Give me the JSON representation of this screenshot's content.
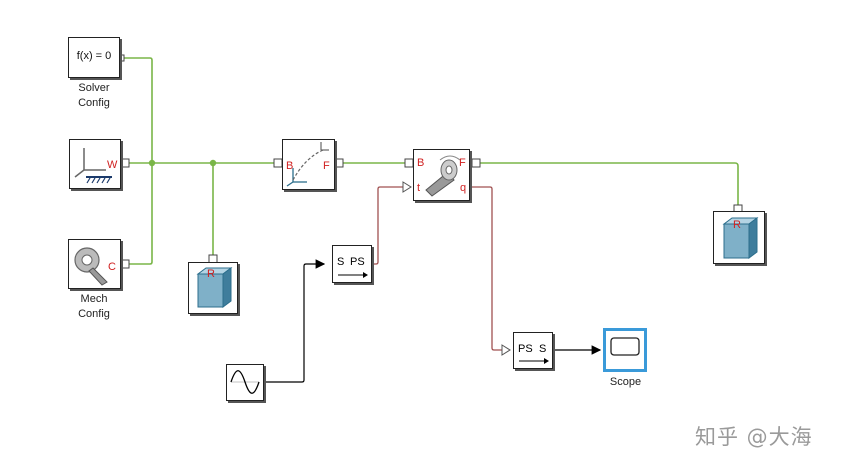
{
  "blocks": {
    "solver": {
      "text": "f(x) = 0",
      "label_line1": "Solver",
      "label_line2": "Config"
    },
    "world": {
      "port": "W"
    },
    "mech": {
      "port": "C",
      "label_line1": "Mech",
      "label_line2": "Config"
    },
    "transform": {
      "port_in": "B",
      "port_out": "F"
    },
    "revolute": {
      "port_b": "B",
      "port_f": "F",
      "port_t": "t",
      "port_q": "q"
    },
    "s_ps": {
      "text_s": "S",
      "text_ps": "PS"
    },
    "ps_s": {
      "text_ps": "PS",
      "text_s": "S"
    },
    "scope": {
      "label": "Scope"
    }
  },
  "colors": {
    "mech_line": "#7ab648",
    "signal_line": "#a05050",
    "block_border": "#222222",
    "scope_highlight": "#3a9ad9",
    "solid_fill": "#7fb0c8"
  },
  "watermark": "知乎 @大海"
}
